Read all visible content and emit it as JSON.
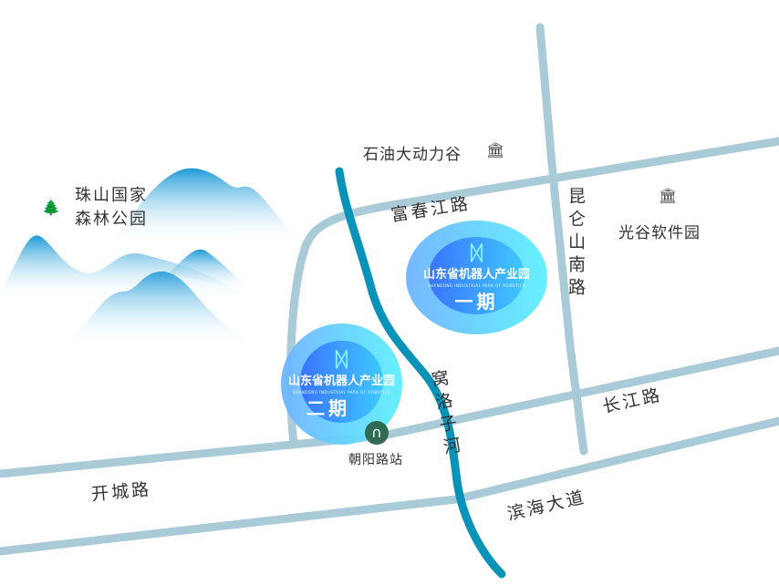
{
  "roads": {
    "fuchunjiang": "富春江路",
    "kunlunshan": "昆仑山南路",
    "changjiang": "长江路",
    "kaicheng": "开城路",
    "binhai": "滨海大道",
    "river": "窝洛子河"
  },
  "pois": {
    "forest_line1": "珠山国家",
    "forest_line2": "森林公园",
    "shiyou": "石油大动力谷",
    "guanggu": "光谷软件园",
    "station": "朝阳路站"
  },
  "parks": [
    {
      "name": "山东省机器人产业园",
      "en": "SHANDONG INDUSTRIAL PARK OF ROBOTICS",
      "phase": "一期"
    },
    {
      "name": "山东省机器人产业园",
      "en": "SHANDONG INDUSTRIAL PARK OF ROBOTICS",
      "phase": "二期"
    }
  ],
  "colors": {
    "road": "#a9cbd8",
    "river": "#0a93b8",
    "station": "#2e6b52"
  }
}
